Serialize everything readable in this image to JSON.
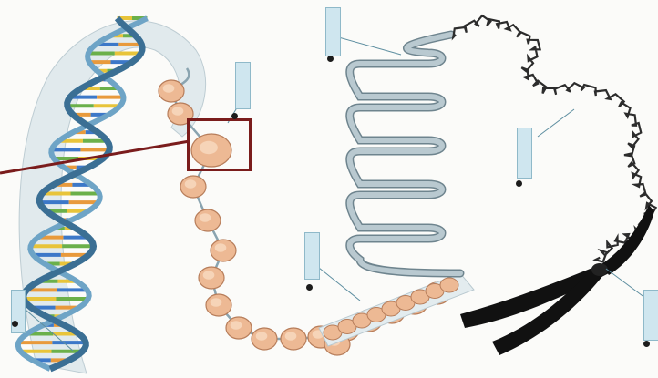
{
  "figure": {
    "callouts": [
      {
        "id": "dna-helix",
        "text": ""
      },
      {
        "id": "nucleosome-fiber",
        "text": ""
      },
      {
        "id": "chromatin-fiber",
        "text": ""
      },
      {
        "id": "looped-domain",
        "text": ""
      },
      {
        "id": "condensed-coil",
        "text": ""
      },
      {
        "id": "chromosome",
        "text": ""
      }
    ]
  },
  "colors": {
    "backbone": "#3b6f94",
    "backbone_light": "#6ea4c6",
    "base_yellow": "#e8c43a",
    "base_orange": "#e89a3c",
    "base_green": "#6bb04a",
    "base_blue": "#3c78c8",
    "nucleosome": "#edb994",
    "nucleosome_edge": "#b77d5a",
    "fiber": "#8ea3ad",
    "ribbon": "#d9e6ea",
    "chromosome": "#111111",
    "focus_box": "#7a1c1c",
    "callout_fill": "#cfe6ef"
  }
}
